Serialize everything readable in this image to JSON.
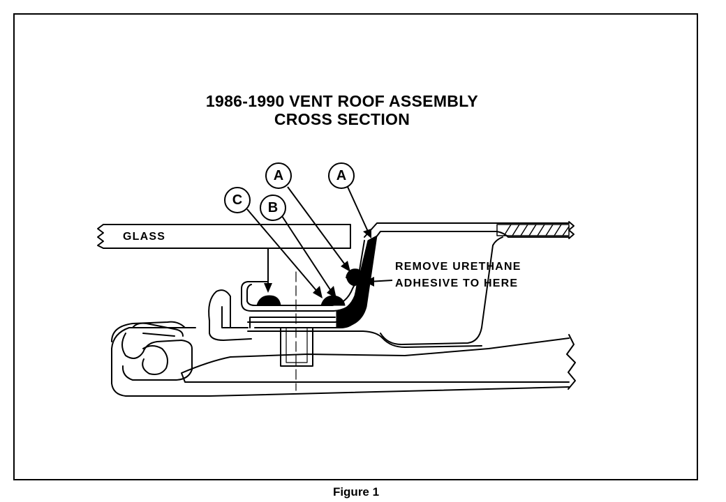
{
  "diagram": {
    "title_line1": "1986-1990 VENT ROOF ASSEMBLY",
    "title_line2": "CROSS SECTION",
    "glass_label": "GLASS",
    "note_line1": "REMOVE URETHANE",
    "note_line2": "ADHESIVE TO HERE",
    "callouts": [
      "C",
      "B",
      "A",
      "A"
    ],
    "caption": "Figure 1"
  }
}
